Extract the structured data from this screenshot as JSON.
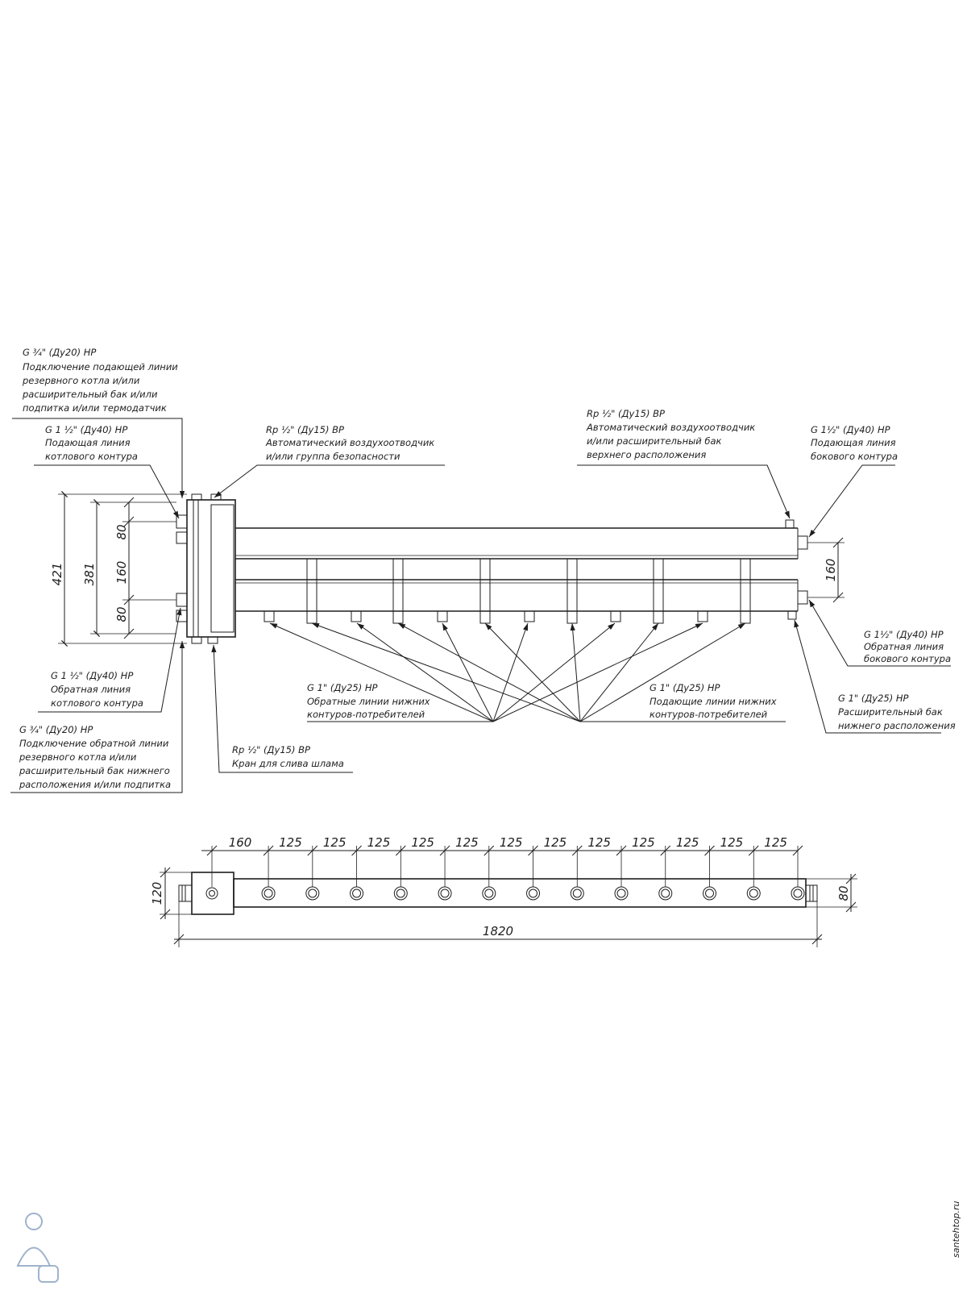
{
  "callouts": {
    "top_left_aux_supply": [
      "G ¾\" (Ду20) НР",
      "Подключение подающей линии",
      "резервного котла и/или",
      "расширительный бак и/или",
      "подпитка и/или термодатчик"
    ],
    "boiler_supply": [
      "G 1 ½\" (Ду40) НР",
      "Подающая линия",
      "котлового контура"
    ],
    "air_vent_left": [
      "Rp ½\" (Ду15) ВР",
      "Автоматический воздухоотводчик",
      "и/или группа безопасности"
    ],
    "air_vent_right": [
      "Rp ½\" (Ду15) ВР",
      "Автоматический воздухоотводчик",
      "и/или расширительный бак",
      "верхнего расположения"
    ],
    "side_supply": [
      "G 1½\" (Ду40) НР",
      "Подающая линия",
      "бокового контура"
    ],
    "side_return": [
      "G 1½\" (Ду40) НР",
      "Обратная линия",
      "бокового контура"
    ],
    "boiler_return": [
      "G 1 ½\" (Ду40) НР",
      "Обратная линия",
      "котлового контура"
    ],
    "consumer_returns": [
      "G 1\" (Ду25) НР",
      "Обратные линии нижних",
      "контуров-потребителей"
    ],
    "consumer_supplies": [
      "G 1\" (Ду25) НР",
      "Подающие линии нижних",
      "контуров-потребителей"
    ],
    "expansion_bottom": [
      "G 1\" (Ду25) НР",
      "Расширительный бак",
      "нижнего расположения"
    ],
    "bottom_left_aux_return": [
      "G ¾\" (Ду20) НР",
      "Подключение обратной линии",
      "резервного котла и/или",
      "расширительный бак нижнего",
      "расположения и/или подпитка"
    ],
    "drain": [
      "Rp ½\" (Ду15) ВР",
      "Кран для слива шлама"
    ]
  },
  "dimensions": {
    "front_view": {
      "overall_height": "421",
      "inner_height": "381",
      "upper_offset": "80",
      "pipe_spacing": "160",
      "lower_offset": "80",
      "right_pipe_spacing": "160"
    },
    "top_view": {
      "first_spacing": "160",
      "spacings": [
        "125",
        "125",
        "125",
        "125",
        "125",
        "125",
        "125",
        "125",
        "125",
        "125",
        "125",
        "125"
      ],
      "overall_length": "1820",
      "left_width": "120",
      "right_width": "80"
    }
  },
  "watermark": "santehtop.ru"
}
